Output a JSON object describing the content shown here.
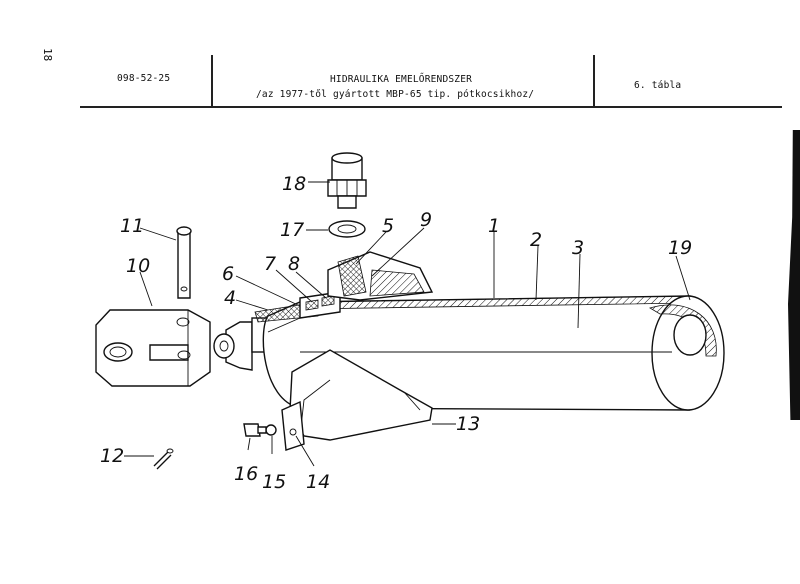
{
  "page": {
    "number": "18"
  },
  "header": {
    "code": "098-52-25",
    "title_line1": "HIDRAULIKA EMELŐRENDSZER",
    "title_line2": "/az  1977-től gyártott MBP-65 tip. pótkocsikhoz/",
    "table": "6. tábla"
  },
  "callouts": {
    "c1": "1",
    "c2": "2",
    "c3": "3",
    "c4": "4",
    "c5": "5",
    "c6": "6",
    "c7": "7",
    "c8": "8",
    "c9": "9",
    "c10": "10",
    "c11": "11",
    "c12": "12",
    "c13": "13",
    "c14": "14",
    "c15": "15",
    "c16": "16",
    "c17": "17",
    "c18": "18",
    "c19": "19"
  }
}
